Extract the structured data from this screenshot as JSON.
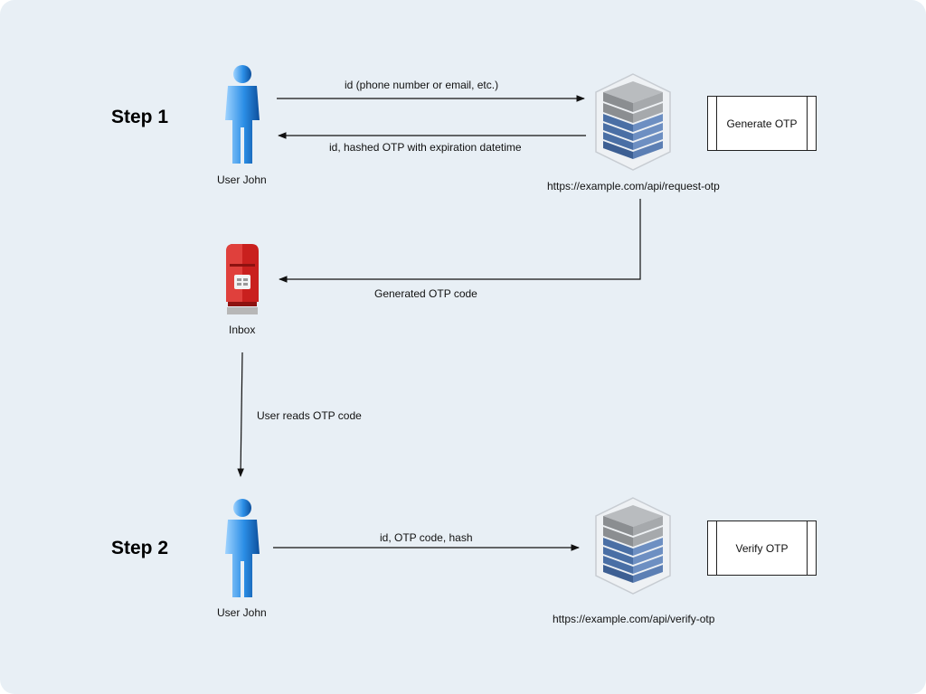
{
  "steps": {
    "step1": "Step 1",
    "step2": "Step 2"
  },
  "actors": {
    "user1": "User John",
    "user2": "User John",
    "inbox": "Inbox"
  },
  "servers": {
    "request": "https://example.com/api/request-otp",
    "verify": "https://example.com/api/verify-otp"
  },
  "processes": {
    "generate": "Generate OTP",
    "verify": "Verify OTP"
  },
  "edges": {
    "request_id": "id (phone number or email, etc.)",
    "response_hash": "id, hashed OTP with expiration datetime",
    "otp_code": "Generated OTP code",
    "user_reads": "User reads OTP code",
    "verify_payload": "id, OTP code, hash"
  },
  "colors": {
    "background": "#e8eff5",
    "user_blue": "#1c7cd6",
    "mailbox_red": "#c9201e",
    "server_blue": "#4e72a6",
    "server_gray": "#8c8c8c"
  },
  "icons": {
    "user": "user-icon",
    "server": "server-icon",
    "mailbox": "mailbox-icon"
  }
}
